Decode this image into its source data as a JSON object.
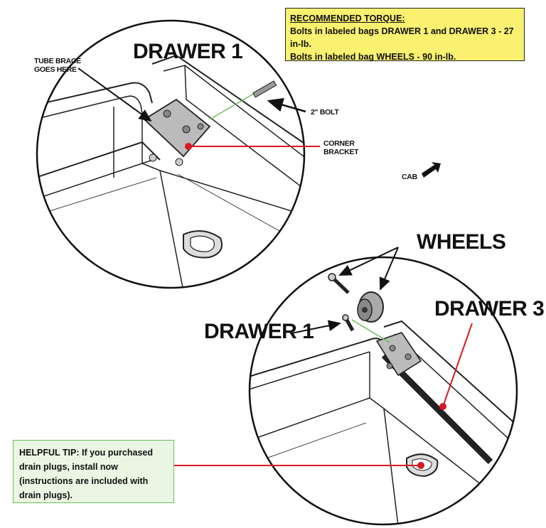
{
  "torque": {
    "title": "RECOMMENDED TORQUE:",
    "line1": "Bolts in labeled bags DRAWER 1 and DRAWER 3 - 27 in-lb.",
    "line2": "Bolts in labeled bag WHEELS - 90 in-lb."
  },
  "labels": {
    "drawer1_top": "DRAWER 1",
    "tube_brace": "TUBE BRACE GOES HERE",
    "bolt": "2\" BOLT",
    "corner_bracket": "CORNER BRACKET",
    "cab": "CAB",
    "wheels": "WHEELS",
    "drawer3": "DRAWER 3",
    "drawer1_bottom": "DRAWER 1"
  },
  "tip": {
    "head": "HELPFUL TIP:",
    "body": " If you purchased drain plugs, install now (instructions are included with drain plugs)."
  },
  "colors": {
    "torque_bg": "#f9f16f",
    "tip_bg": "#eaf5e3",
    "tip_border": "#6cbf5c",
    "callout_red": "#d71920",
    "guide_green": "#6cbf5c"
  }
}
